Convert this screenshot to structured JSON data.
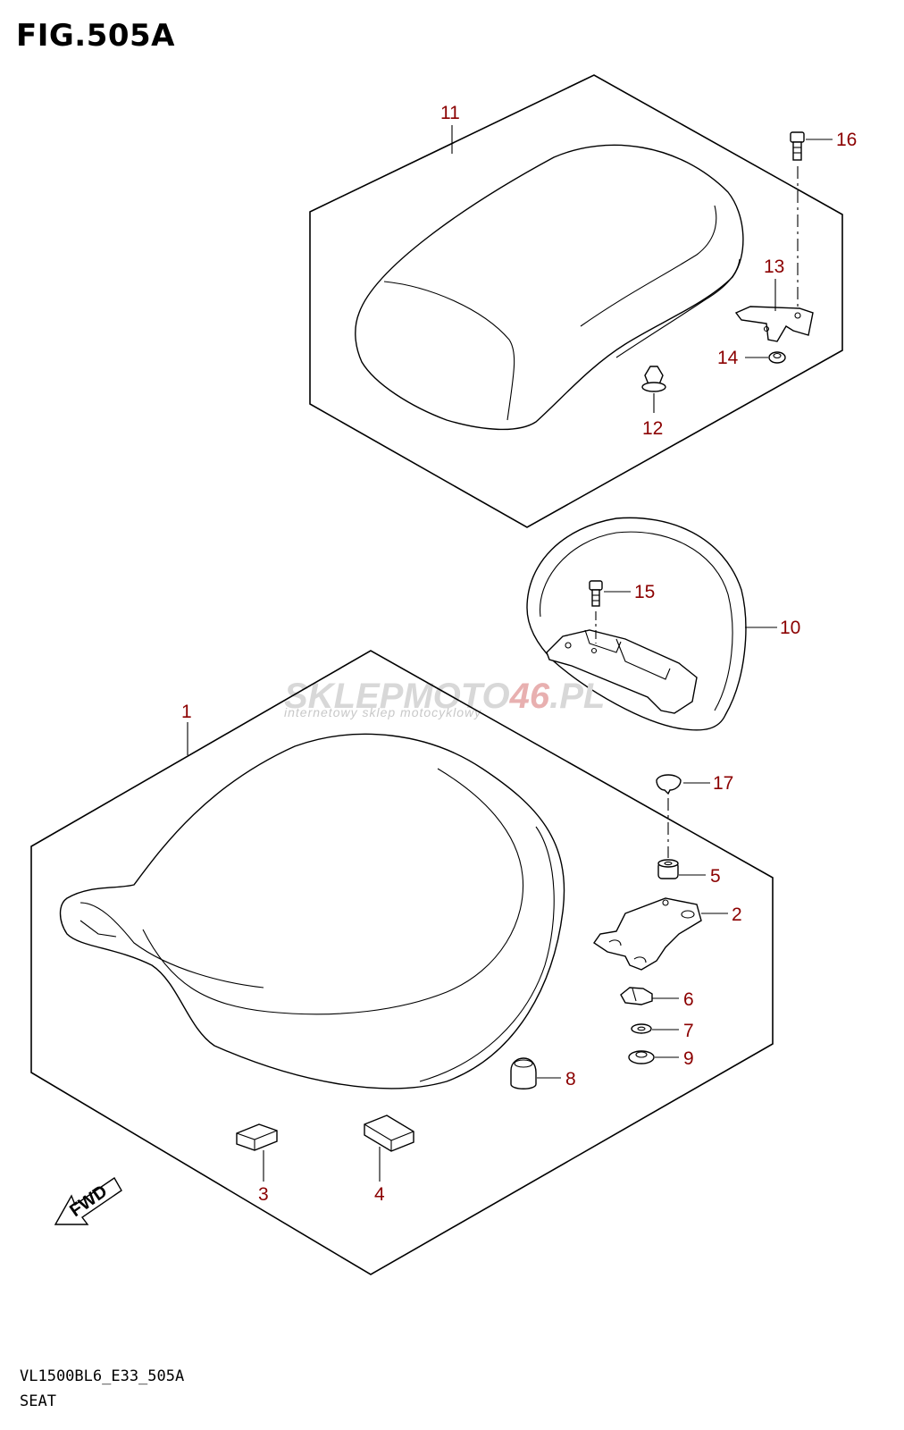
{
  "figure": {
    "title": "FIG.505A",
    "model_code": "VL1500BL6_E33_505A",
    "section_name": "SEAT"
  },
  "watermark": {
    "brand_part1": "SKLEPMOTO",
    "brand_part2": "46",
    "brand_part3": ".PL",
    "tagline": "internetowy sklep motocyklowy"
  },
  "direction_marker": {
    "label": "FWD",
    "icon": "fwd-arrow-icon"
  },
  "callouts": [
    {
      "key": "c1",
      "label": "1"
    },
    {
      "key": "c2",
      "label": "2"
    },
    {
      "key": "c3",
      "label": "3"
    },
    {
      "key": "c4",
      "label": "4"
    },
    {
      "key": "c5",
      "label": "5"
    },
    {
      "key": "c6",
      "label": "6"
    },
    {
      "key": "c7",
      "label": "7"
    },
    {
      "key": "c8",
      "label": "8"
    },
    {
      "key": "c9",
      "label": "9"
    },
    {
      "key": "c10",
      "label": "10"
    },
    {
      "key": "c11",
      "label": "11"
    },
    {
      "key": "c12",
      "label": "12"
    },
    {
      "key": "c13",
      "label": "13"
    },
    {
      "key": "c14",
      "label": "14"
    },
    {
      "key": "c15",
      "label": "15"
    },
    {
      "key": "c16",
      "label": "16"
    },
    {
      "key": "c17",
      "label": "17"
    }
  ],
  "colors": {
    "callout_text": "#8b0000",
    "line_art": "#000000",
    "watermark": "#d8d8d8",
    "watermark_accent": "#e8b0b0"
  }
}
